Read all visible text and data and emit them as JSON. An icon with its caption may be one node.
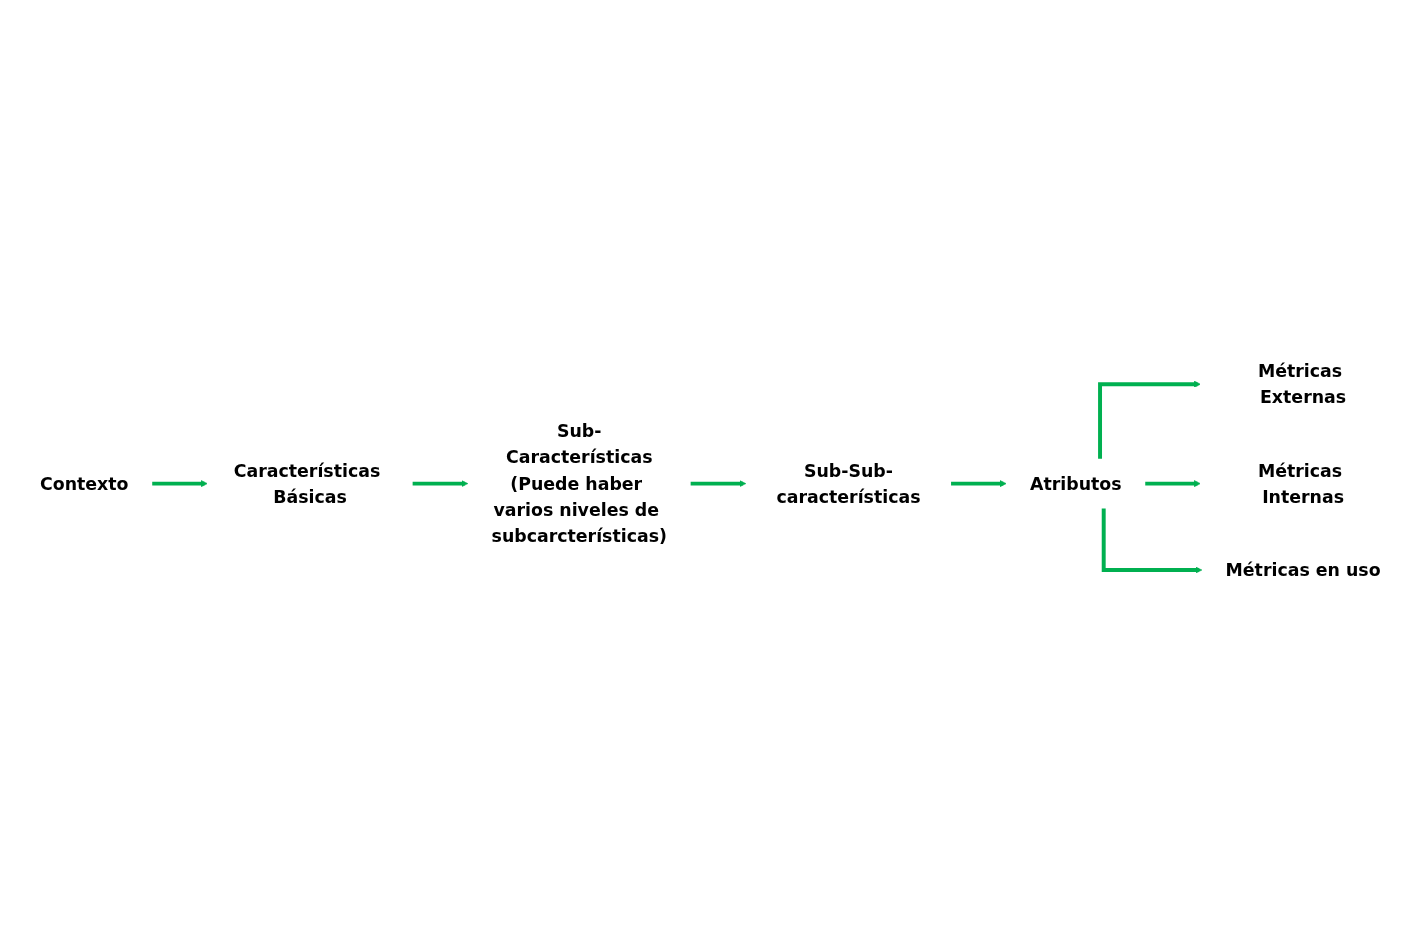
{
  "diagram": {
    "nodes": [
      {
        "text": [
          "Contexto"
        ]
      },
      {
        "text": [
          "Características Básicas"
        ]
      },
      {
        "text": [
          "Sub-Características",
          "(Puede haber varios niveles de subcarcterísticas)"
        ]
      },
      {
        "text": [
          "Sub-Sub-características"
        ]
      },
      {
        "text": [
          "Atributos"
        ]
      },
      {
        "text": [
          "Métricas Externas"
        ]
      },
      {
        "text": [
          "Métricas Internas"
        ]
      },
      {
        "text": [
          "Métricas en uso"
        ]
      }
    ],
    "edges": [
      {
        "from": 0,
        "to": 1,
        "arrow": "to"
      },
      {
        "from": 1,
        "to": 2,
        "arrow": "to"
      },
      {
        "from": 2,
        "to": 3,
        "arrow": "to"
      },
      {
        "from": 3,
        "to": 4,
        "arrow": "to"
      },
      {
        "from": 4,
        "to": 5,
        "arrow": "to"
      },
      {
        "from": 4,
        "to": 6,
        "arrow": "to"
      },
      {
        "from": 4,
        "to": 7,
        "arrow": "to"
      }
    ]
  }
}
